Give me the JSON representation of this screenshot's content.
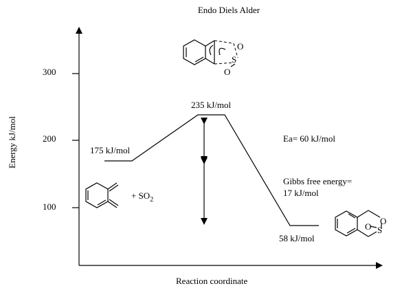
{
  "title": "Endo Diels Alder",
  "axes": {
    "ylabel": "Energy kJ/mol",
    "xlabel": "Reaction coordinate",
    "yticks": [
      "300",
      "200",
      "100"
    ]
  },
  "energies": {
    "reactant": "175 kJ/mol",
    "transition_state": "235 kJ/mol",
    "product": "58 kJ/mol"
  },
  "annotations": {
    "activation_energy": "Ea= 60 kJ/mol",
    "gibbs_line1": "Gibbs free energy=",
    "gibbs_line2": "17 kJ/mol",
    "reagent_plus": "+ SO",
    "reagent_subscript": "2"
  },
  "atoms": {
    "oxygen": "O",
    "sulfur": "S"
  },
  "chart_data": {
    "type": "line",
    "title": "Endo Diels Alder",
    "xlabel": "Reaction coordinate",
    "ylabel": "Energy kJ/mol",
    "yticks": [
      300,
      200,
      100
    ],
    "series": [
      {
        "values": [
          175,
          235,
          58
        ]
      }
    ]
  }
}
